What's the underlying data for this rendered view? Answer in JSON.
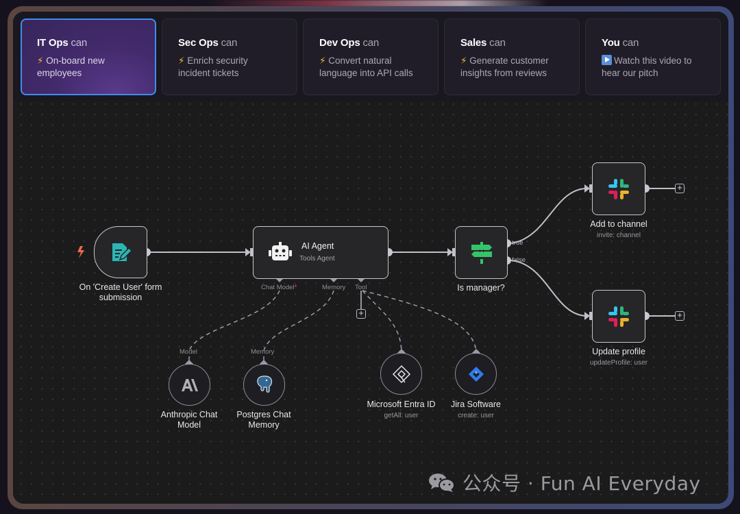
{
  "tabs": [
    {
      "team": "IT Ops",
      "suffix": "can",
      "icon": "lightning-icon",
      "glyph": "⚡",
      "description": "On-board new employees",
      "active": true
    },
    {
      "team": "Sec Ops",
      "suffix": "can",
      "icon": "lightning-icon",
      "glyph": "⚡",
      "description": "Enrich security incident tickets",
      "active": false
    },
    {
      "team": "Dev Ops",
      "suffix": "can",
      "icon": "lightning-icon",
      "glyph": "⚡",
      "description": "Convert natural language into API calls",
      "active": false
    },
    {
      "team": "Sales",
      "suffix": "can",
      "icon": "lightning-icon",
      "glyph": "⚡",
      "description": "Generate customer insights from reviews",
      "active": false
    },
    {
      "team": "You",
      "suffix": "can",
      "icon": "play-icon",
      "glyph": "",
      "description": "Watch this video to hear our pitch",
      "active": false
    }
  ],
  "workflow": {
    "trigger": {
      "label_line1": "On 'Create User' form",
      "label_line2": "submission",
      "icon": "form-edit-icon"
    },
    "agent": {
      "title": "AI Agent",
      "subtitle": "Tools Agent",
      "icon": "robot-icon",
      "ports": {
        "chat_model": "Chat Model",
        "chat_model_required": "*",
        "memory": "Memory",
        "tool": "Tool"
      }
    },
    "condition": {
      "label": "Is manager?",
      "icon": "signpost-icon",
      "true_label": "true",
      "false_label": "false"
    },
    "slack_add": {
      "label": "Add to channel",
      "sub": "invite: channel",
      "icon": "slack-icon"
    },
    "slack_update": {
      "label": "Update profile",
      "sub": "updateProfile: user",
      "icon": "slack-icon"
    },
    "anthropic": {
      "port": "Model",
      "label_line1": "Anthropic Chat",
      "label_line2": "Model",
      "icon": "anthropic-icon"
    },
    "postgres": {
      "port": "Memory",
      "label_line1": "Postgres Chat",
      "label_line2": "Memory",
      "icon": "postgres-elephant-icon"
    },
    "entra": {
      "label": "Microsoft Entra ID",
      "sub": "getAll: user",
      "icon": "entra-id-icon"
    },
    "jira": {
      "label": "Jira Software",
      "sub": "create: user",
      "icon": "jira-icon"
    }
  },
  "colors": {
    "active_tab_border": "#3f8cf0",
    "trigger_bolt": "#f06a4a",
    "form_icon": "#2bb5b5",
    "signpost": "#35c46a",
    "jira_blue": "#2f7cf0"
  },
  "watermark": {
    "text": "公众号 · Fun AI Everyday",
    "icon": "wechat-icon"
  }
}
